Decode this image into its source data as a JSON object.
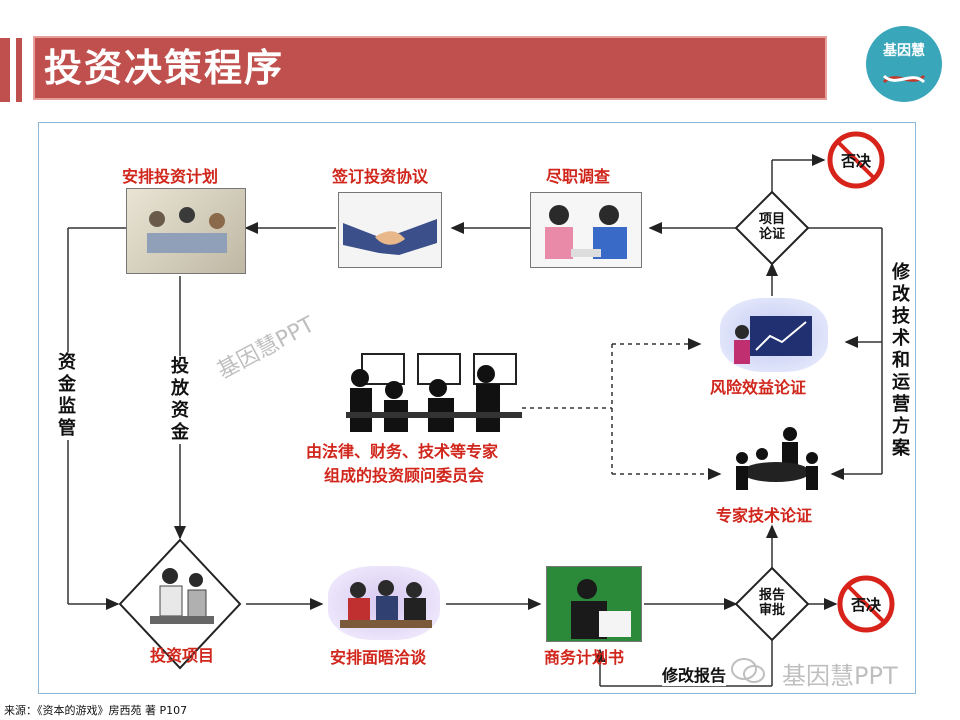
{
  "header": {
    "title": "投资决策程序",
    "logo_text": "基因慧",
    "accent": "#c0504d"
  },
  "diagram": {
    "nodes": {
      "arrange_plan": "安排投资计划",
      "sign_agreement": "签订投资协议",
      "due_diligence": "尽职调查",
      "project_review": "项目论证",
      "reject_top": "否决",
      "risk_return": "风险效益论证",
      "committee": "由法律、财务、技术等专家组成的投资顾问委员会",
      "committee_line1": "由法律、财务、技术等专家",
      "committee_line2": "组成的投资顾问委员会",
      "expert_review": "专家技术论证",
      "investment_project": "投资项目",
      "arrange_meeting": "安排面晤洽谈",
      "business_plan": "商务计划书",
      "report_approval": "报告审批",
      "reject_bottom": "否决",
      "revise_report": "修改报告"
    },
    "vertical_labels": {
      "fund_supervision": "资金监管",
      "release_funds": "投放资金",
      "revise_tech": "修改技术和运营方案"
    },
    "watermarks": {
      "center": "基因慧PPT",
      "bottom": "基因慧PPT"
    },
    "colors": {
      "label_red": "#d0261c",
      "stop_red": "#d8231b"
    }
  },
  "footer": {
    "source": "来源：《资本的游戏》房西苑 著 P107"
  }
}
